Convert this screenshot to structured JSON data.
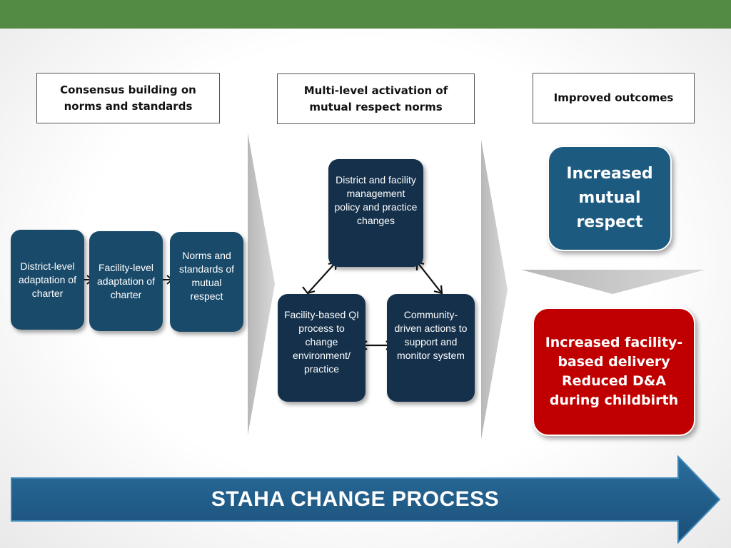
{
  "headers": {
    "consensus": "Consensus building on norms and standards",
    "activation": "Multi-level activation of mutual respect norms",
    "outcomes": "Improved outcomes"
  },
  "consensus_steps": [
    "District-level adaptation of charter",
    "Facility-level adaptation of charter",
    "Norms and standards of mutual respect"
  ],
  "activation_cycle": {
    "top": "District and facility management policy and practice changes",
    "left": "Facility-based QI process to change environment/ practice",
    "right": "Community-driven actions to support and monitor system"
  },
  "outcomes": {
    "mutual_respect": "Increased mutual respect",
    "delivery": "Increased facility-based delivery Reduced D&A during childbirth"
  },
  "banner": "STAHA CHANGE PROCESS",
  "colors": {
    "topbar": "#538a44",
    "box_blue": "#1a4a6a",
    "box_navy": "#14304a",
    "outcome_blue": "#1c5a80",
    "outcome_red": "#c00000",
    "chevron_gray": "#c8c8c8",
    "banner_blue": "#1f5e8c"
  }
}
